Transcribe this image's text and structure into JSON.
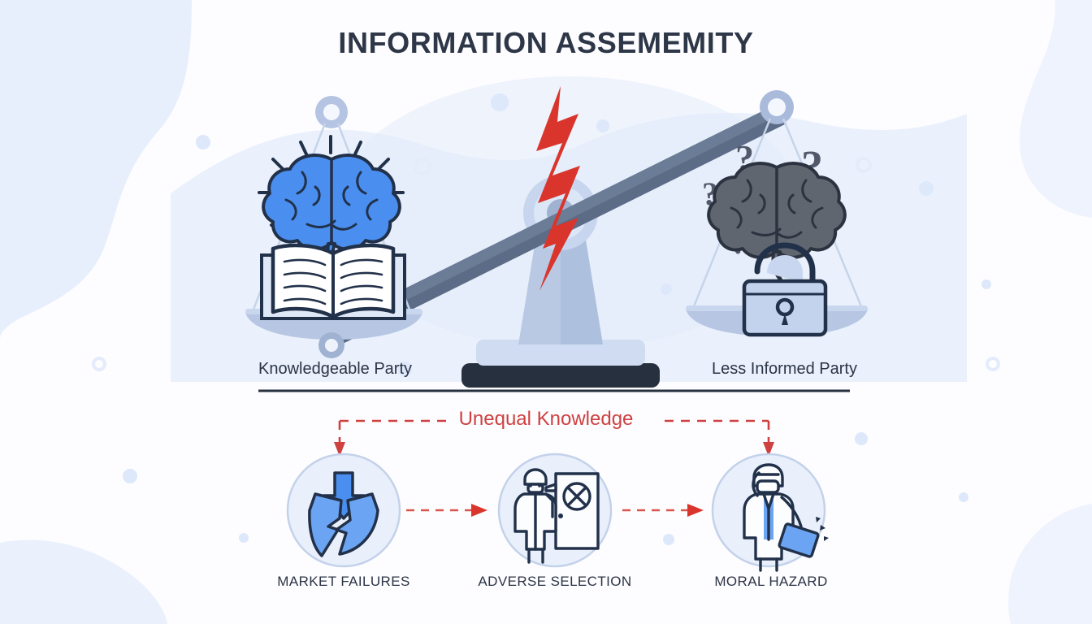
{
  "title": "INFORMATION ASSEMEMITY",
  "scale": {
    "left_party_label": "Knowledgeable Party",
    "right_party_label": "Less Informed Party",
    "left_icons": [
      "brain-icon",
      "open-book-icon"
    ],
    "right_icons": [
      "brain-icon",
      "padlock-icon"
    ],
    "right_question_marks": [
      "?",
      "?",
      "?",
      "?",
      "?"
    ],
    "fulcrum_icon": "scale-fulcrum",
    "break_icon": "lightning-bolt-icon"
  },
  "connector": {
    "center_label": "Unequal Knowledge"
  },
  "consequences": [
    {
      "label": "MARKET FAILURES",
      "icon": "broken-shield-down-arrow-icon"
    },
    {
      "label": "ADVERSE SELECTION",
      "icon": "person-door-x-icon"
    },
    {
      "label": "MORAL HAZARD",
      "icon": "person-dropping-wallet-icon"
    }
  ],
  "colors": {
    "background": "#fdfdff",
    "blob": "#e8effc",
    "wave": "#e4ecfb",
    "title_text": "#2e3748",
    "body_text": "#2b3445",
    "accent_red": "#d9352c",
    "dashed_red": "#cf4040",
    "beam_slate": "#5c6c86",
    "pan_blue": "#aebddc",
    "brain_blue": "#4a8ff0",
    "brain_gray": "#60666f",
    "ink": "#22314a",
    "base_navy": "#27303f",
    "icon_circle_fill": "#e9f0fb",
    "icon_circle_stroke": "#c3d2ea"
  }
}
